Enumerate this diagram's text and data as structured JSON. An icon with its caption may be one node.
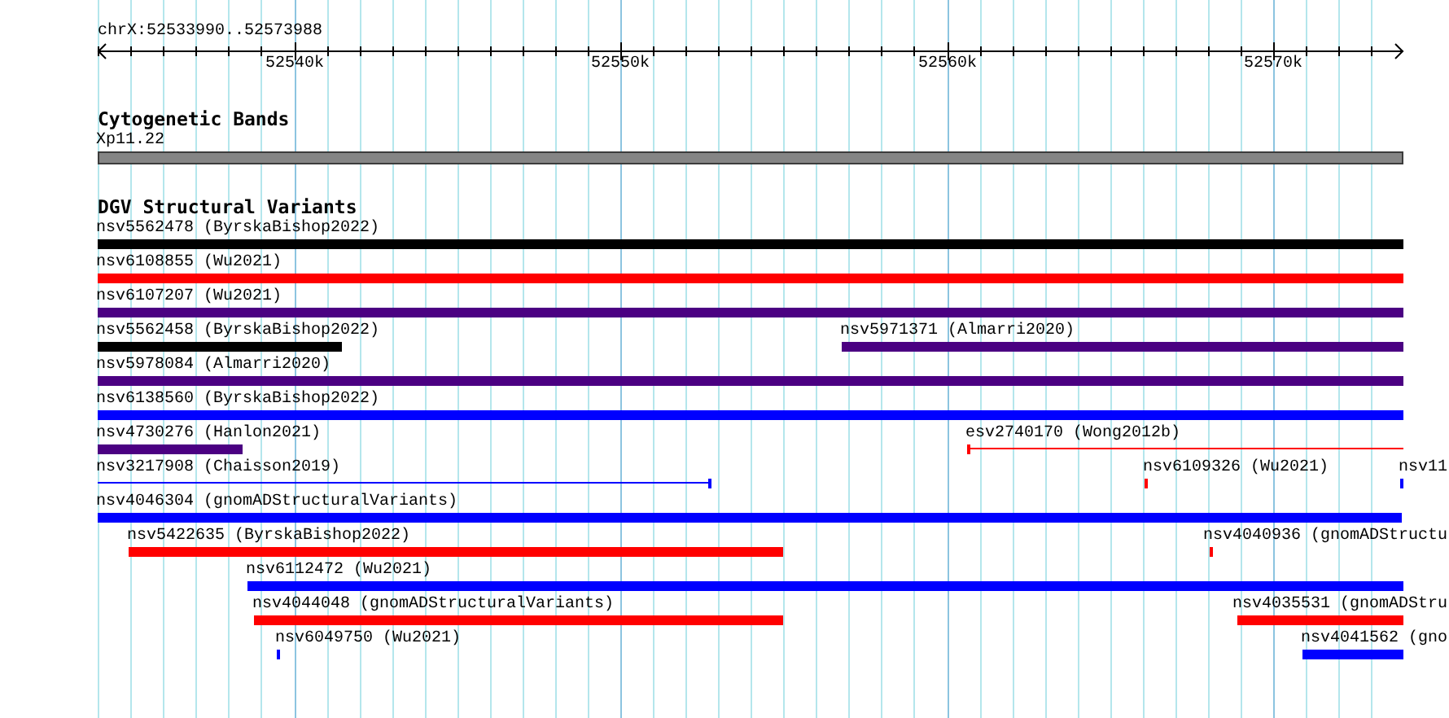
{
  "diagram": {
    "nodes": [
      {
        "text": [
          "Xp11.22"
        ]
      },
      {
        "text": [
          "nsv5562478 (ByrskaBishop2022)"
        ]
      },
      {
        "text": [
          "nsv6108855 (Wu2021)"
        ]
      },
      {
        "text": [
          "nsv6107207 (Wu2021)"
        ]
      },
      {
        "text": [
          "nsv5562458 (ByrskaBishop2022)"
        ]
      },
      {
        "text": [
          "nsv5971371 (Almarri2020)"
        ]
      },
      {
        "text": [
          "nsv5978084 (Almarri2020)"
        ]
      },
      {
        "text": [
          "nsv6138560 (ByrskaBishop2022)"
        ]
      },
      {
        "text": [
          "nsv4730276 (Hanlon2021)"
        ]
      },
      {
        "text": [
          "esv2740170 (Wong2012b)"
        ]
      },
      {
        "text": [
          "nsv3217908 (Chaisson2019)"
        ]
      },
      {
        "text": [
          "nsv6109326 (Wu2021)"
        ]
      },
      {
        "text": [
          "nsv11"
        ]
      },
      {
        "text": [
          "nsv4046304 (gnomADStructuralVariants)"
        ]
      },
      {
        "text": [
          "nsv5422635 (ByrskaBishop2022)"
        ]
      },
      {
        "text": [
          "nsv4040936 (gnomADStructu"
        ]
      },
      {
        "text": [
          "nsv6112472 (Wu2021)"
        ]
      },
      {
        "text": [
          "nsv4044048 (gnomADStructuralVariants)"
        ]
      },
      {
        "text": [
          "nsv4035531 (gnomADStru"
        ]
      },
      {
        "text": [
          "nsv6049750 (Wu2021)"
        ]
      },
      {
        "text": [
          "nsv4041562 (gno"
        ]
      }
    ],
    "labels": [
      "chrX:52533990..52573988",
      "52540k",
      "52550k",
      "52560k",
      "52570k",
      "Cytogenetic Bands",
      "DGV Structural Variants"
    ]
  }
}
